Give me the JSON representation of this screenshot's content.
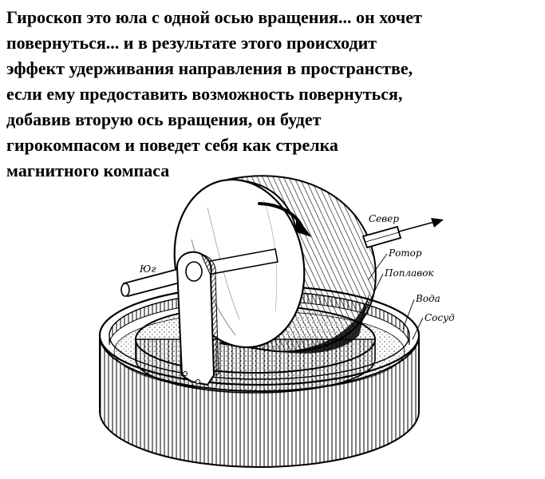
{
  "caption": {
    "lines": [
      "Гироскоп это юла с одной осью вращения... он хочет",
      "повернуться... и в результате этого происходит",
      "эффект удерживания направления в пространстве,",
      "если ему предоставить возможность повернуться,",
      "добавив вторую ось вращения, он будет",
      "гирокомпасом и поведет себя как стрелка",
      "магнитного компаса"
    ]
  },
  "diagram": {
    "labels": {
      "north": "Север",
      "south": "Юг",
      "rotor": "Ротор",
      "float": "Поплавок",
      "water": "Вода",
      "vessel": "Сосуд"
    },
    "ink_color": "#000000",
    "paper_color": "#ffffff"
  }
}
